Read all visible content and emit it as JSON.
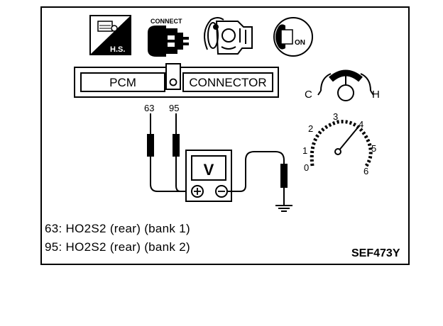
{
  "icons": {
    "hot_engine_label": "H.S.",
    "connect_label": "CONNECT",
    "ignition_label": "ON"
  },
  "pcm": {
    "pcm_label": "PCM",
    "connector_label": "CONNECTOR"
  },
  "temp_gauge": {
    "cold_label": "C",
    "hot_label": "H"
  },
  "probes": {
    "left_label": "63",
    "right_label": "95"
  },
  "voltmeter": {
    "label": "V"
  },
  "tachometer": {
    "scale": [
      "0",
      "1",
      "2",
      "3",
      "4",
      "5",
      "6"
    ]
  },
  "legend": {
    "line1": "63: HO2S2 (rear) (bank 1)",
    "line2": "95: HO2S2 (rear) (bank 2)"
  },
  "figure_id": "SEF473Y"
}
